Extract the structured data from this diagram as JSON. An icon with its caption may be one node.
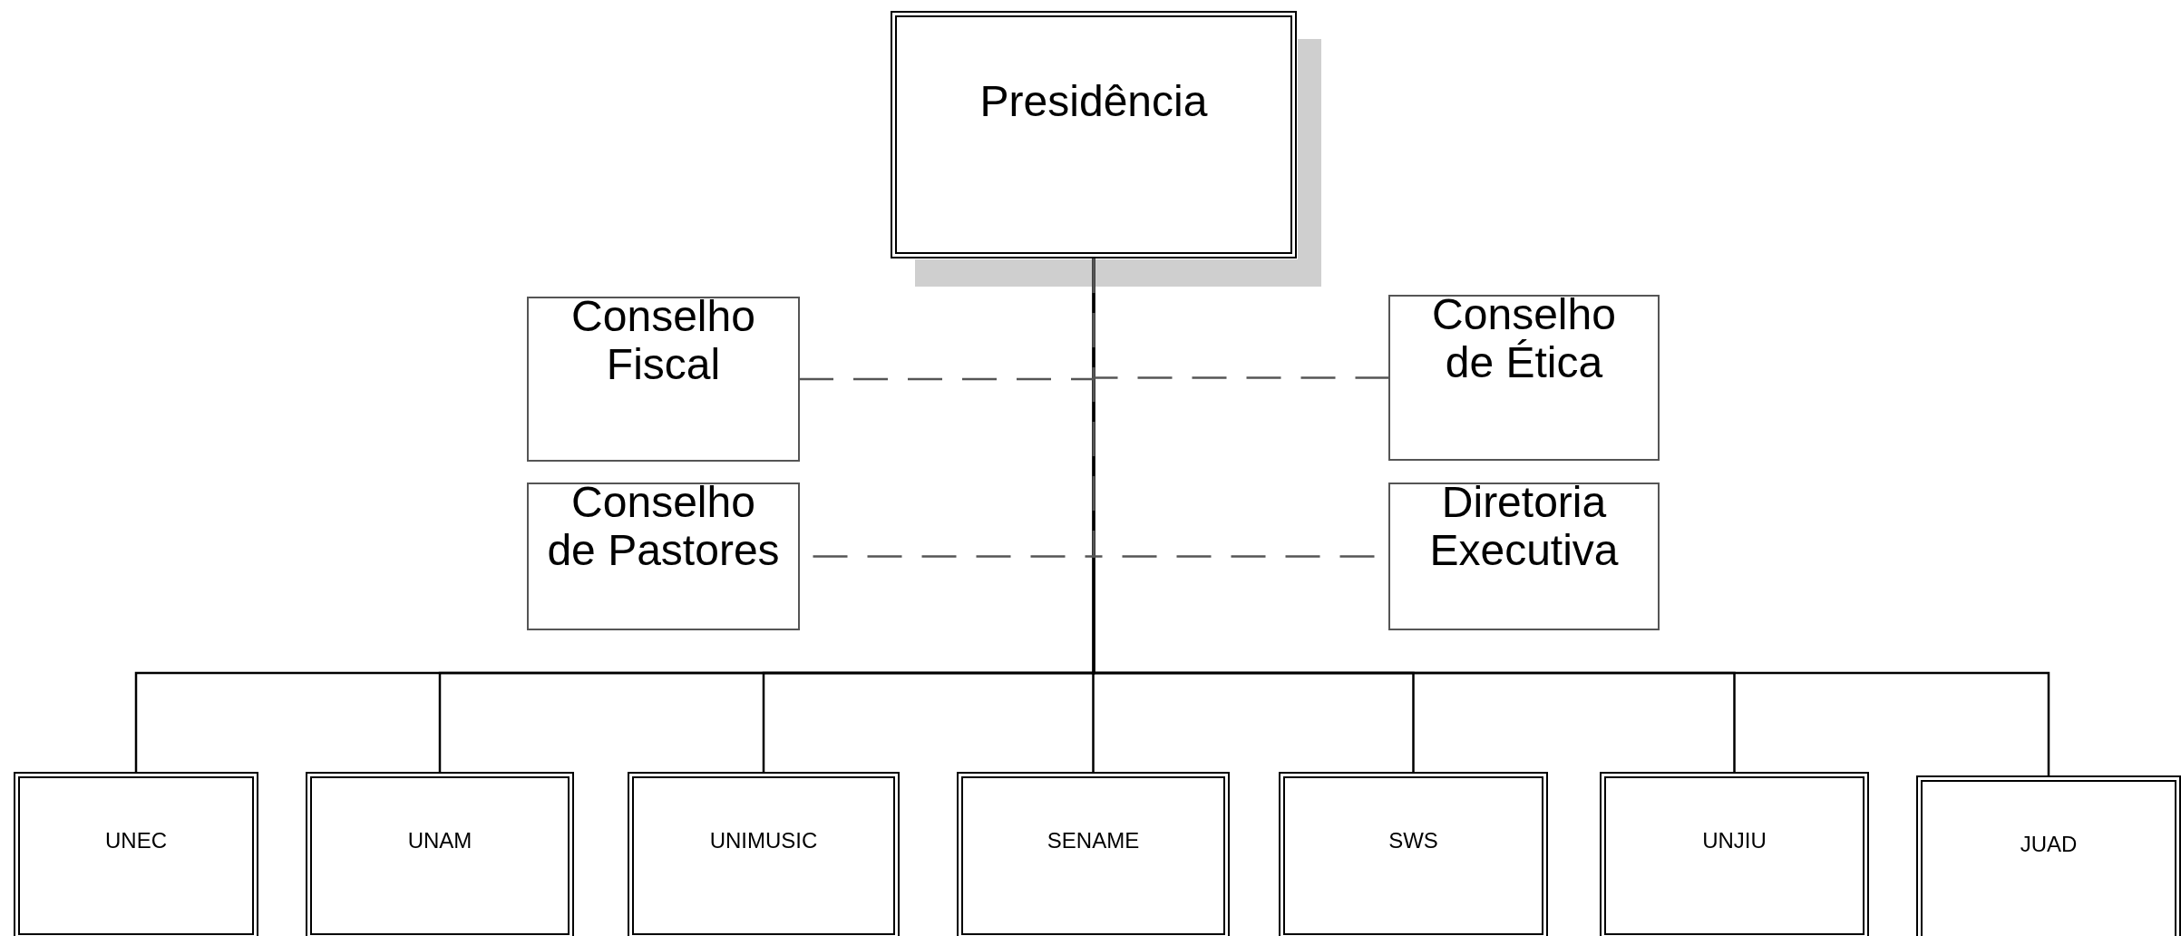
{
  "diagram": {
    "nodes": [
      {
        "text": [
          "Presidência"
        ]
      },
      {
        "text": [
          "Conselho Fiscal"
        ]
      },
      {
        "text": [
          "Conselho de Ética"
        ]
      },
      {
        "text": [
          "Conselho de Pastores"
        ]
      },
      {
        "text": [
          "Diretoria Executiva"
        ]
      },
      {
        "text": [
          "UNEC"
        ]
      },
      {
        "text": [
          "UNAM"
        ]
      },
      {
        "text": [
          "UNIMUSIC"
        ]
      },
      {
        "text": [
          "SENAME"
        ]
      },
      {
        "text": [
          "SWS"
        ]
      },
      {
        "text": [
          "UNJIU"
        ]
      },
      {
        "text": [
          "JUAD"
        ]
      }
    ],
    "edges": [
      {
        "from": 0,
        "to": 5,
        "arrow": "none"
      },
      {
        "from": 0,
        "to": 6,
        "arrow": "none"
      },
      {
        "from": 0,
        "to": 7,
        "arrow": "none"
      },
      {
        "from": 0,
        "to": 8,
        "arrow": "none"
      },
      {
        "from": 0,
        "to": 9,
        "arrow": "none"
      },
      {
        "from": 0,
        "to": 10,
        "arrow": "none"
      },
      {
        "from": 0,
        "to": 11,
        "arrow": "none"
      },
      {
        "from": 0,
        "to": 1,
        "arrow": "none",
        "style": "dashed",
        "color": "#555555"
      },
      {
        "from": 0,
        "to": 2,
        "arrow": "none",
        "style": "dashed",
        "color": "#555555"
      },
      {
        "from": 0,
        "to": 3,
        "arrow": "none",
        "style": "dashed",
        "color": "#555555"
      },
      {
        "from": 0,
        "to": 4,
        "arrow": "none",
        "style": "dashed",
        "color": "#555555"
      }
    ]
  }
}
